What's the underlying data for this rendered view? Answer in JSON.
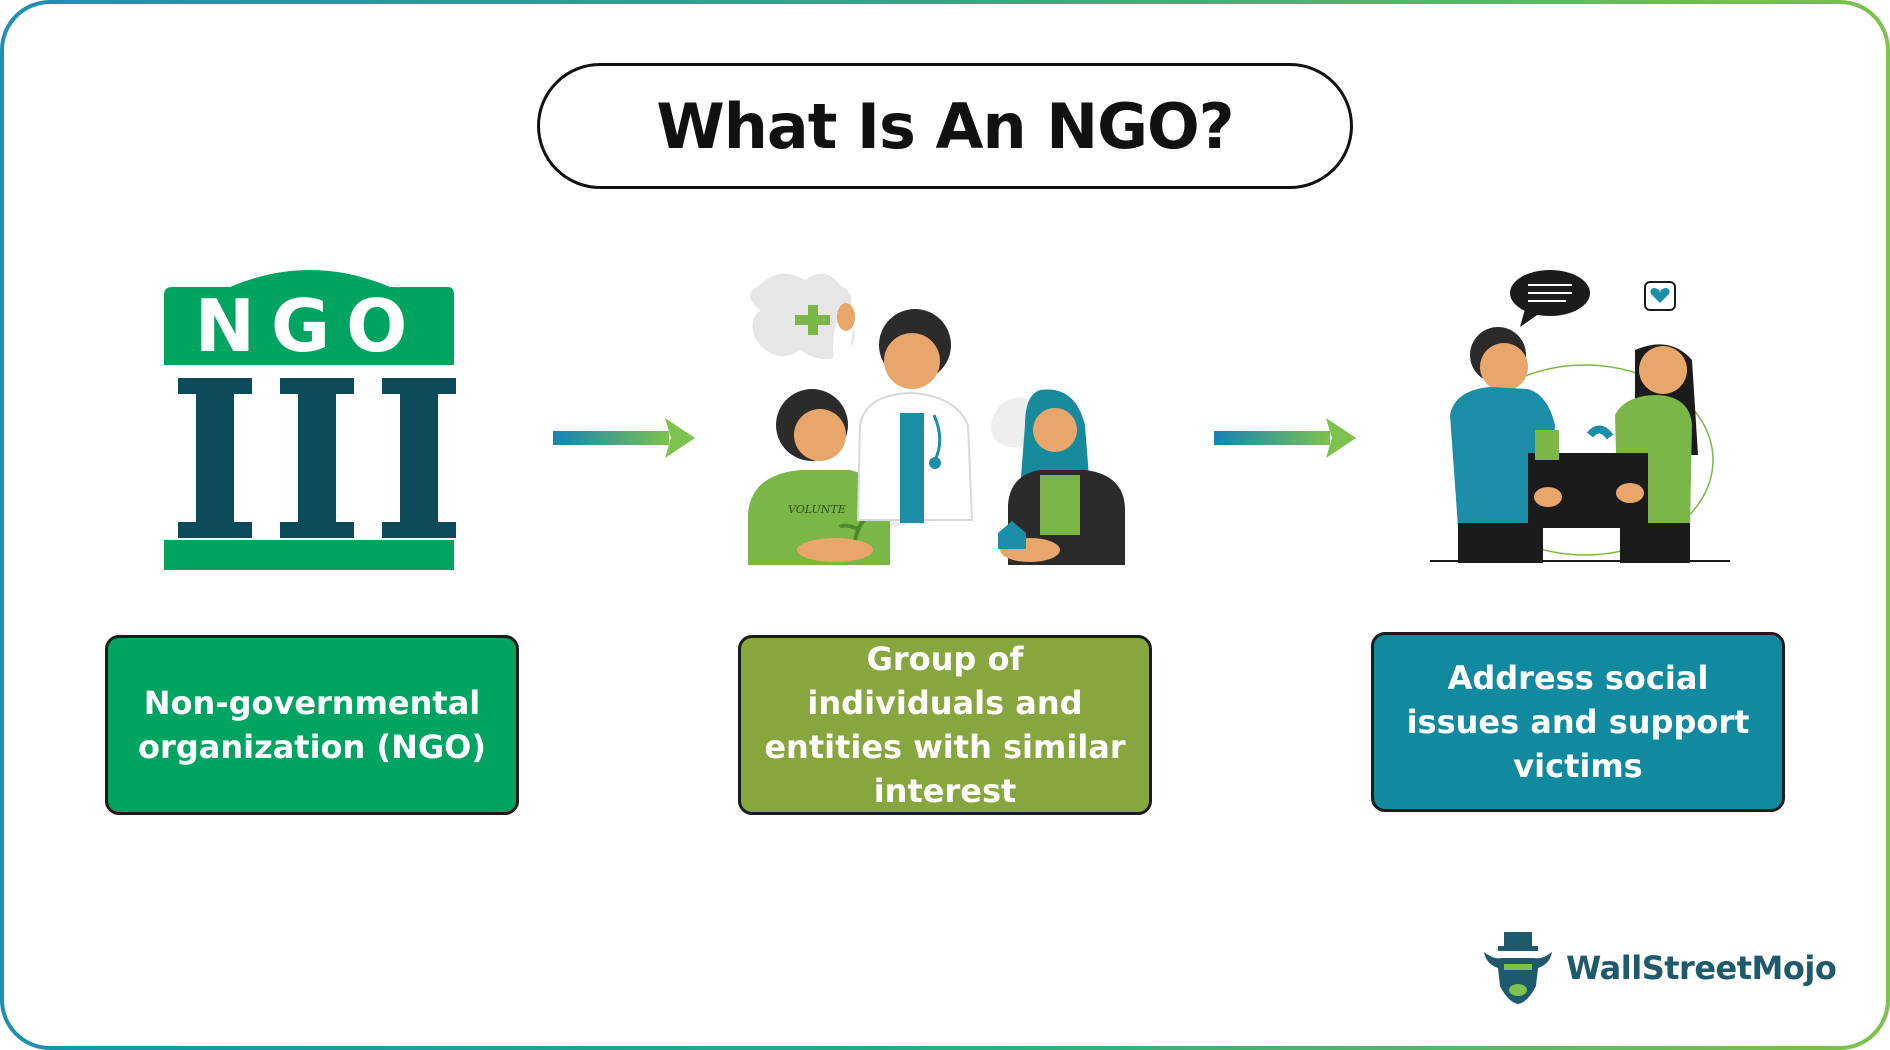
{
  "title": "What Is An NGO?",
  "icon_label": "NGO",
  "steps": [
    {
      "text": "Non-governmental organization (NGO)",
      "color": "#00a461"
    },
    {
      "text": "Group of individuals and entities with similar interest",
      "color": "#88a63e"
    },
    {
      "text": "Address social issues and support victims",
      "color": "#118a9f"
    }
  ],
  "illustration_text": "VOLUNTE",
  "brand": {
    "name": "WallStreetMojo",
    "color": "#1e5a6b"
  },
  "colors": {
    "accent_green": "#00a461",
    "dark_teal": "#0d4a5a",
    "arrow_start": "#1683b5",
    "arrow_end": "#7cc24c"
  }
}
